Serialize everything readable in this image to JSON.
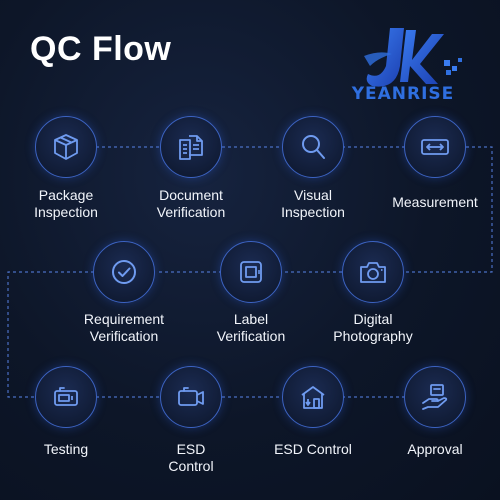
{
  "title": "QC Flow",
  "logo": {
    "wordmark": "YEANRISE",
    "color": "#2f6fe0"
  },
  "colors": {
    "background": "#0d1628",
    "circle_border": "#3c63c2",
    "icon": "#6f9bf0",
    "connector": "#4a6fc4"
  },
  "steps": [
    {
      "label": "Package Inspection",
      "icon": "package-icon"
    },
    {
      "label": "Document Verification",
      "icon": "document-icon"
    },
    {
      "label": "Visual Inspection",
      "icon": "magnifier-icon"
    },
    {
      "label": "Measurement",
      "icon": "measurement-icon"
    },
    {
      "label": "Requirement Verification",
      "icon": "check-circle-icon"
    },
    {
      "label": "Label Verification",
      "icon": "label-icon"
    },
    {
      "label": "Digital Photography",
      "icon": "camera-icon"
    },
    {
      "label": "Testing",
      "icon": "testing-device-icon"
    },
    {
      "label": "ESD Control",
      "icon": "esd-camera-icon"
    },
    {
      "label": "ESD Control",
      "icon": "esd-building-icon"
    },
    {
      "label": "Approval",
      "icon": "approval-hand-icon"
    }
  ]
}
